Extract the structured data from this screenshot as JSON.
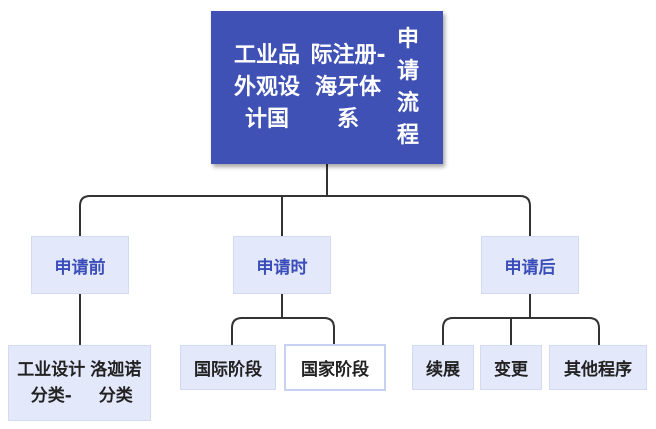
{
  "diagram": {
    "root": {
      "lines": [
        "工业品外观设计国",
        "际注册-海牙体系",
        "申请流程"
      ]
    },
    "phases": [
      {
        "label": "申请前",
        "children": [
          {
            "lines": [
              "工业设计分类-",
              "洛迦诺分类"
            ]
          }
        ]
      },
      {
        "label": "申请时",
        "children": [
          {
            "label": "国际阶段"
          },
          {
            "label": "国家阶段"
          }
        ]
      },
      {
        "label": "申请后",
        "children": [
          {
            "label": "续展"
          },
          {
            "label": "变更"
          },
          {
            "label": "其他程序"
          }
        ]
      }
    ],
    "colors": {
      "root_fill": "#3f51b5",
      "node_fill": "#e3e8fa",
      "phase_text": "#3a4db8",
      "connector": "#333333"
    }
  }
}
